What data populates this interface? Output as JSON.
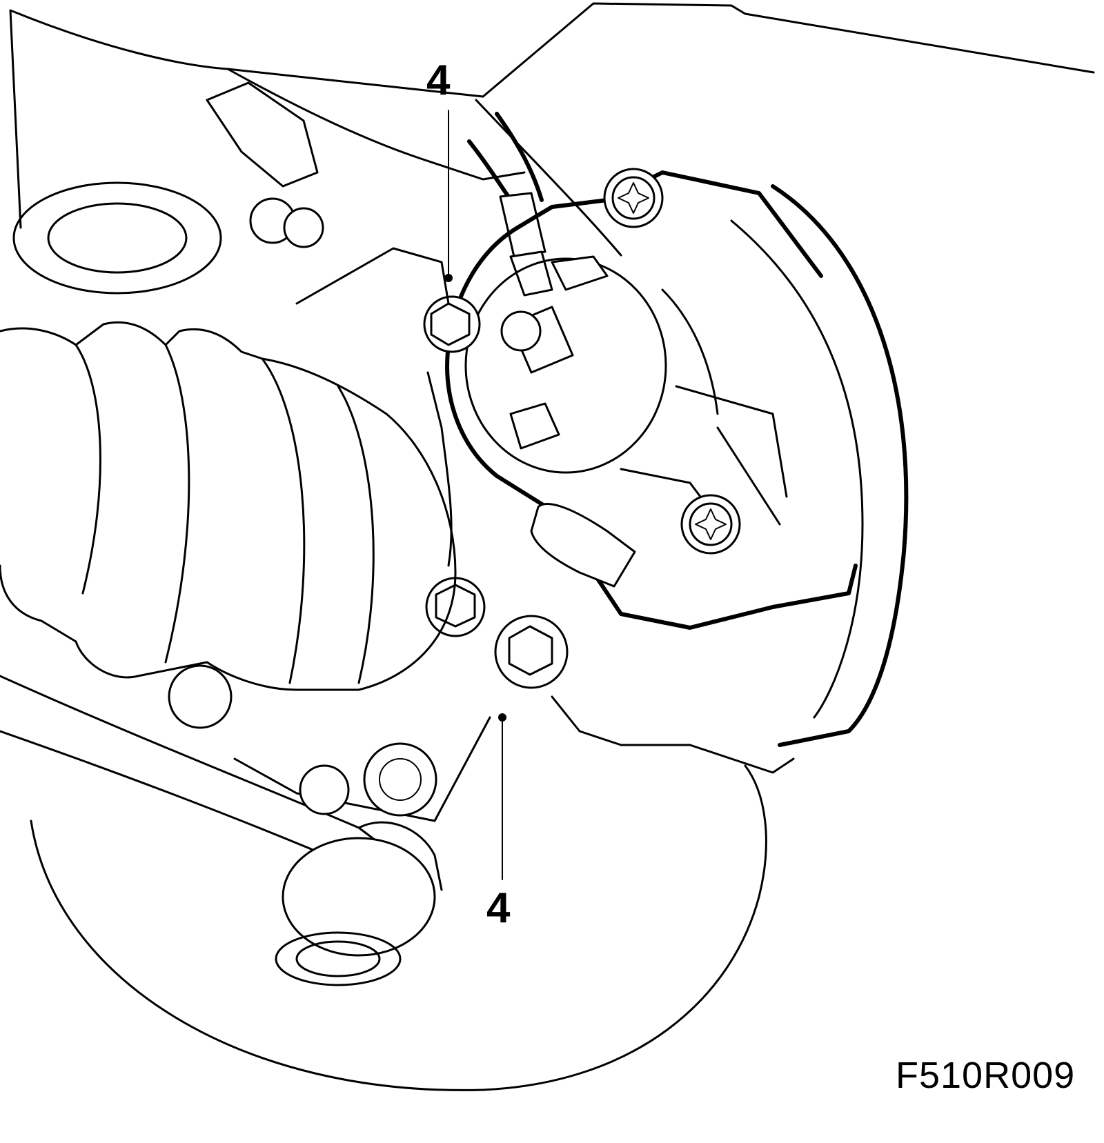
{
  "callouts": {
    "top": "4",
    "bottom": "4"
  },
  "figure_code": "F510R009"
}
